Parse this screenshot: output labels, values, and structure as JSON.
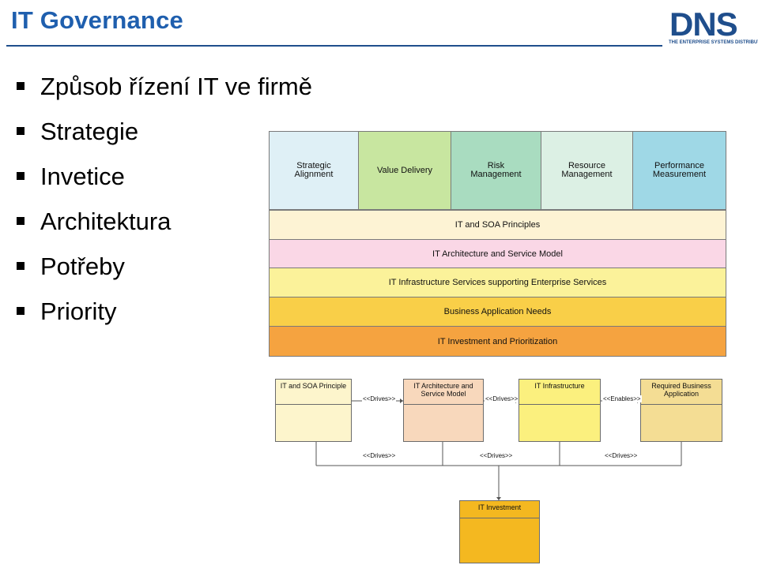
{
  "title": "IT Governance",
  "logo": {
    "text": "DNS",
    "subtitle": "THE ENTERPRISE SYSTEMS DISTRIBUTOR"
  },
  "bullets": [
    "Způsob řízení IT ve firmě",
    "Strategie",
    "Invetice",
    "Architektura",
    "Potřeby",
    "Priority"
  ],
  "governance": {
    "columns": [
      {
        "label": "Strategic\nAlignment",
        "color": "#dff0f6"
      },
      {
        "label": "Value Delivery",
        "color": "#c8e6a0"
      },
      {
        "label": "Risk\nManagement",
        "color": "#a9dcc0"
      },
      {
        "label": "Resource\nManagement",
        "color": "#dcf0e4"
      },
      {
        "label": "Performance\nMeasurement",
        "color": "#9fd8e6"
      }
    ],
    "rows": [
      {
        "label": "IT and SOA Principles",
        "color": "#fdf3d4"
      },
      {
        "label": "IT Architecture and Service Model",
        "color": "#fad7e6"
      },
      {
        "label": "IT Infrastructure Services supporting Enterprise Services",
        "color": "#fbf29a"
      },
      {
        "label": "Business Application Needs",
        "color": "#f9cf48"
      },
      {
        "label": "IT Investment and Prioritization",
        "color": "#f5a340"
      }
    ]
  },
  "uml": {
    "boxes": [
      {
        "label": "IT and SOA Principle",
        "color": "#fdf5cc"
      },
      {
        "label": "IT Architecture and\nService Model",
        "color": "#f8d8bc"
      },
      {
        "label": "IT Infrastructure",
        "color": "#fbf07e"
      },
      {
        "label": "Required Business\nApplication",
        "color": "#f4dd94"
      },
      {
        "label": "IT Investment",
        "color": "#f4b820"
      }
    ],
    "edges": [
      "<<Drives>>",
      "<<Drives>>",
      "<<Enables>>",
      "<<Drives>>",
      "<<Drives>>",
      "<<Drives>>"
    ]
  }
}
